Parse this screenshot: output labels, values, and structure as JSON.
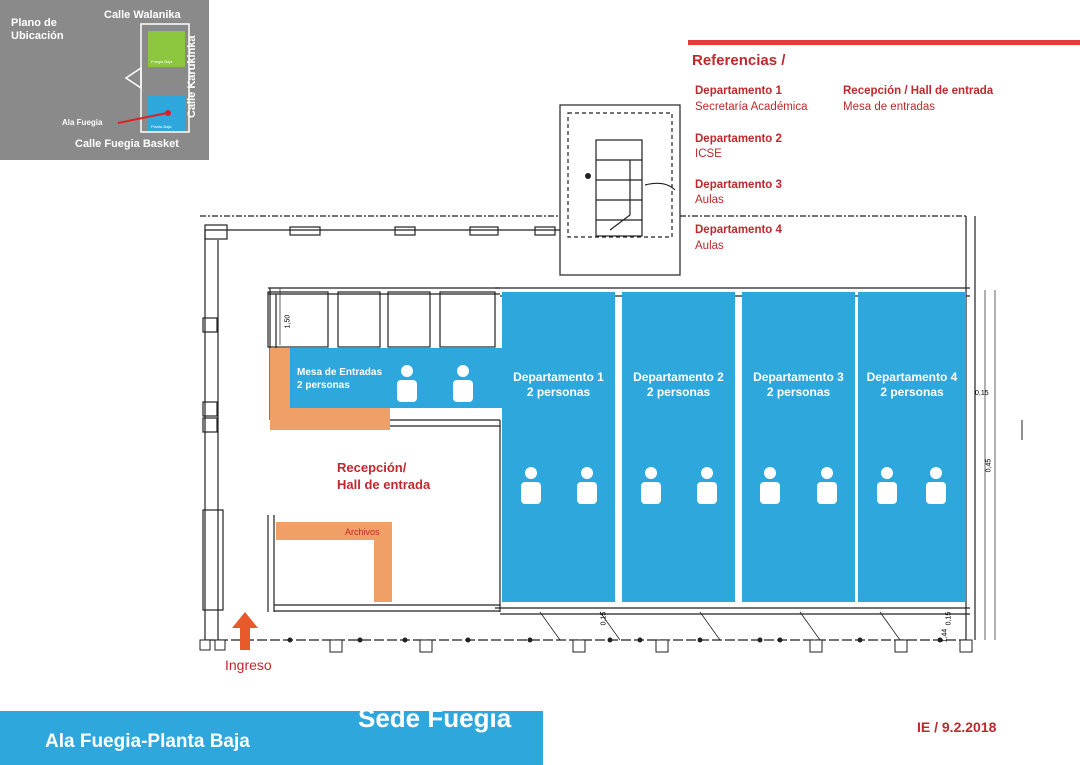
{
  "inset": {
    "title_line1": "Plano de",
    "title_line2": "Ubicación",
    "street_top": "Calle Walanika",
    "street_right": "Calle Karukinka",
    "street_bottom": "Calle Fuegia Basket",
    "wing_label": "Ala Fuegia",
    "block_top_label": "Fuegia Baja",
    "block_bottom_label": "Planta Baja",
    "colors": {
      "green_block": "#8cc63f",
      "blue_block": "#2ea7dd",
      "marker": "#e02020"
    }
  },
  "references": {
    "title": "Referencias /",
    "items": [
      {
        "heading": "Departamento 1",
        "sub": "Secretaría Académica"
      },
      {
        "heading": "Departamento  2",
        "sub": "ICSE"
      },
      {
        "heading": "Departamento  3",
        "sub": "Aulas"
      },
      {
        "heading": "Departamento 4",
        "sub": "Aulas"
      },
      {
        "heading": "Recepción / Hall de entrada",
        "sub": "Mesa de entradas"
      }
    ],
    "color": "#c0282d"
  },
  "plan": {
    "mesa": {
      "line1": "Mesa de Entradas",
      "line2": "2 personas"
    },
    "departments": [
      {
        "line1": "Departamento 1",
        "line2": "2 personas"
      },
      {
        "line1": "Departamento 2",
        "line2": "2 personas"
      },
      {
        "line1": "Departamento 3",
        "line2": "2 personas"
      },
      {
        "line1": "Departamento 4",
        "line2": "2 personas"
      }
    ],
    "reception_line1": "Recepción/",
    "reception_line2": "Hall de entrada",
    "archivos": "Archivos",
    "entrance": "Ingreso",
    "dimensions": [
      "1,50",
      "0,15",
      "0,45",
      "0,15",
      "0,15",
      "1,44"
    ],
    "colors": {
      "room_blue": "#2ea7dd",
      "orange": "#f0a066",
      "arrow": "#e85a2a",
      "red_text": "#c0282d"
    }
  },
  "footer": {
    "wing_title": "Ala Fuegia-Planta Baja",
    "site_title": "Sede Fuegia",
    "date": "IE / 9.2.2018"
  }
}
